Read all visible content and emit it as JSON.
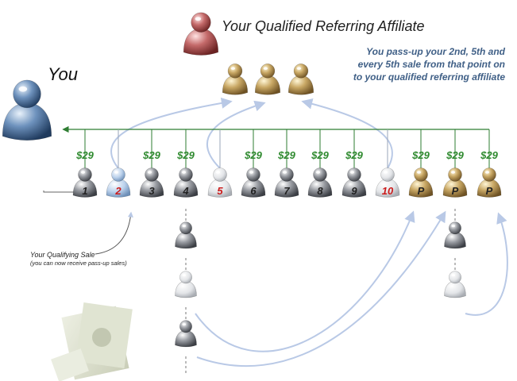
{
  "title": "Your Qualified Referring Affiliate",
  "you_label": "You",
  "note_lines": [
    "You pass-up your 2nd, 5th and",
    "every 5th sale from that point on",
    "to your qualified referring affiliate"
  ],
  "price": "$29",
  "sales": [
    {
      "label": "1",
      "style": "silver",
      "price": true
    },
    {
      "label": "2",
      "style": "blue",
      "price": false
    },
    {
      "label": "3",
      "style": "silver",
      "price": true
    },
    {
      "label": "4",
      "style": "silver",
      "price": true
    },
    {
      "label": "5",
      "style": "white",
      "price": false
    },
    {
      "label": "6",
      "style": "silver",
      "price": true
    },
    {
      "label": "7",
      "style": "silver",
      "price": true
    },
    {
      "label": "8",
      "style": "silver",
      "price": true
    },
    {
      "label": "9",
      "style": "silver",
      "price": true
    },
    {
      "label": "10",
      "style": "white",
      "price": false
    },
    {
      "label": "P",
      "style": "gold",
      "price": true
    },
    {
      "label": "P",
      "style": "gold",
      "price": true
    },
    {
      "label": "P",
      "style": "gold",
      "price": true
    }
  ],
  "qualifying_sale": {
    "line1": "Your Qualifying Sale",
    "line2": "(you can now receive pass-up sales)"
  },
  "colors": {
    "tree_line": "#2e7d32",
    "arrow": "#b9c9e6",
    "number_red": "#cc1a1a",
    "number_dark": "#222222"
  }
}
